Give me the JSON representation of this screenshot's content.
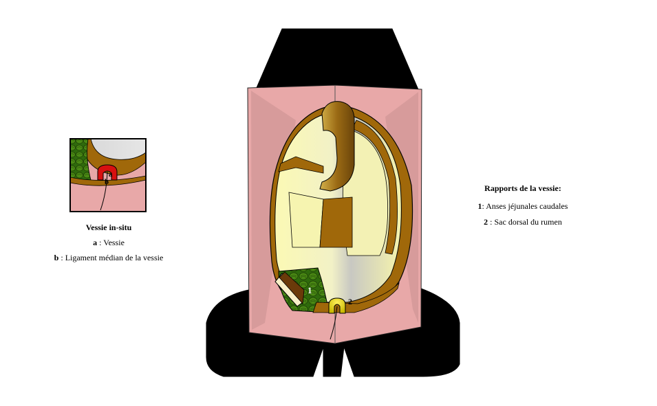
{
  "inset": {
    "title": "Vessie in-situ",
    "legend": [
      {
        "key": "a",
        "text": " : Vessie"
      },
      {
        "key": "b",
        "text": " : Ligament médian de la vessie"
      }
    ],
    "marker_a": "a",
    "marker_b": "b"
  },
  "main": {
    "title": "Rapports de la vessie:",
    "legend": [
      {
        "key": "1",
        "text": ": Anses jéjunales caudales"
      },
      {
        "key": "2",
        "text": " : Sac dorsal du rumen"
      }
    ],
    "marker_1": "1",
    "marker_2": "2"
  },
  "colors": {
    "skin": "#e8a8a8",
    "intestine": "#a0680a",
    "cavity": "#f3f2b8",
    "jejunum": "#3f7a10",
    "bladder_inset": "#d81010",
    "bladder_main": "#e0d800",
    "silhouette": "#000000"
  }
}
